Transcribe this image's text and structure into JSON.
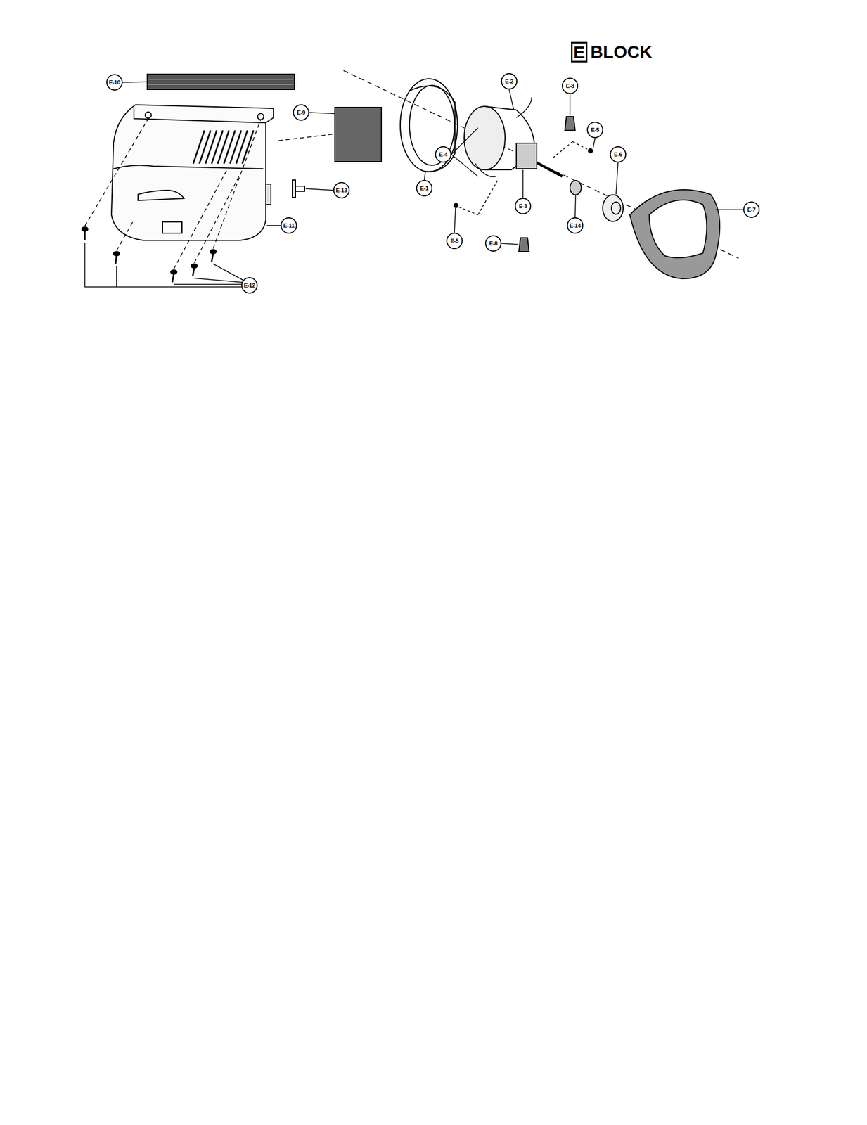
{
  "diagram": {
    "title": "BLOCK",
    "nodes": [
      {
        "text": [
          "E"
        ]
      }
    ],
    "labels": [
      "E-10",
      "E-9",
      "E-2",
      "E-8",
      "E-5",
      "E-6",
      "E-4",
      "E-1",
      "E-3",
      "E-13",
      "E-7",
      "E-11",
      "E-5",
      "E-8",
      "E-14",
      "E-12"
    ]
  }
}
